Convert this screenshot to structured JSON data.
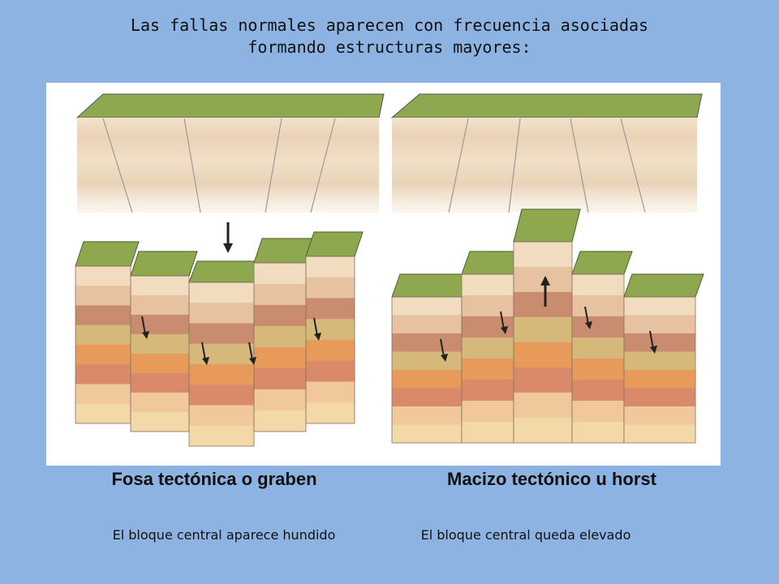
{
  "title": {
    "line1": "Las fallas normales aparecen con frecuencia asociadas",
    "line2": "formando estructuras mayores:"
  },
  "left": {
    "caption": "Fosa tectónica o graben",
    "description": "El bloque central aparece hundido"
  },
  "right": {
    "caption": "Macizo tectónico u horst",
    "description": "El bloque central queda elevado"
  },
  "colors": {
    "background": "#8db3e2",
    "surface": "#8ea84f",
    "layers": [
      "#f2dcc0",
      "#e6c2a0",
      "#c98c6e",
      "#d6b87a",
      "#e89a5a",
      "#d98a6a",
      "#f0c89c",
      "#f3d8a8"
    ]
  }
}
